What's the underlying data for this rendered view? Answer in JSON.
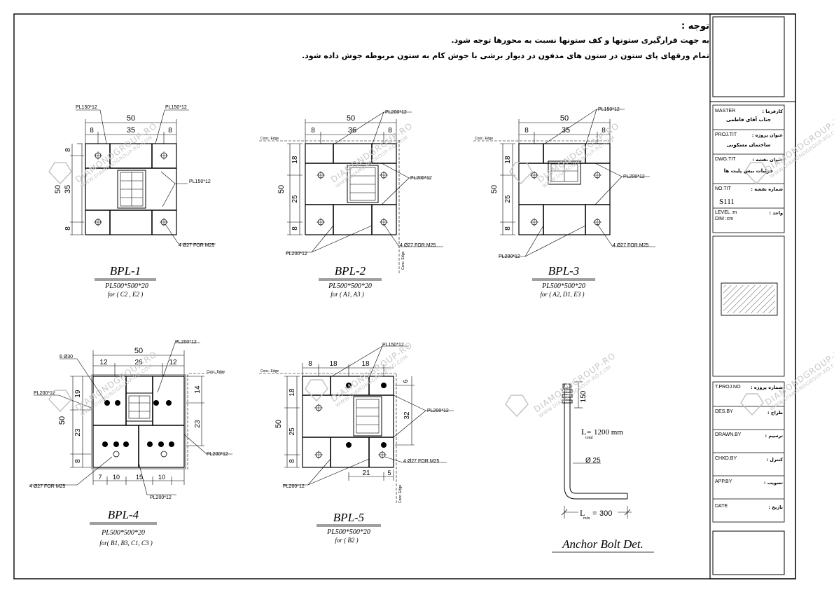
{
  "notes": {
    "title": "توجه :",
    "line1": "به جهت قرارگیری ستونها و کف ستونها نسبت به محورها توجه شود.",
    "line2": "تمام ورقهای پای ستون در ستون های مدفون در دیوار برشی با جوش کام به ستون مربوطه جوش داده شود."
  },
  "common": {
    "conc_edge": "Conc. Edge",
    "bolts": "4 Ø27 FOR M25",
    "pl150": "PL150*12",
    "pl200": "PL200*12"
  },
  "bpl1": {
    "title": "BPL-1",
    "plate": "PL500*500*20",
    "for": "for ( C2 , E2 )",
    "d50": "50",
    "d8a": "8",
    "d35": "35",
    "d8b": "8",
    "v8a": "8",
    "v35": "35",
    "v8b": "8",
    "v50": "50"
  },
  "bpl2": {
    "title": "BPL-2",
    "plate": "PL500*500*20",
    "for": "for ( A1, A3 )",
    "d50": "50",
    "d8a": "8",
    "d36": "36",
    "d8b": "8",
    "v18": "18",
    "v25": "25",
    "v8": "8",
    "v50": "50"
  },
  "bpl3": {
    "title": "BPL-3",
    "plate": "PL500*500*20",
    "for": "for ( A2, D1, E3 )",
    "d50": "50",
    "d8a": "8",
    "d35": "35",
    "d8b": "8",
    "v18": "18",
    "v25": "25",
    "v8": "8",
    "v50": "50"
  },
  "bpl4": {
    "title": "BPL-4",
    "plate": "PL500*500*20",
    "for": "for( B1, B3, C1, C3 )",
    "holes": "6 Ø30",
    "d50": "50",
    "d12a": "12",
    "d26": "26",
    "d12b": "12",
    "v19": "19",
    "v23": "23",
    "v8": "8",
    "v50": "50",
    "r14": "14",
    "r23": "23",
    "b7": "7",
    "b10a": "10",
    "b15": "15",
    "b10b": "10"
  },
  "bpl5": {
    "title": "BPL-5",
    "plate": "PL500*500*20",
    "for": "for ( B2 )",
    "d8": "8",
    "d18a": "18",
    "d18b": "18",
    "v18": "18",
    "v25": "25",
    "v8": "8",
    "v50": "50",
    "r6": "6",
    "r32": "32",
    "b21": "21",
    "b5": "5"
  },
  "anchor": {
    "title": "Anchor Bolt Det.",
    "top": "150",
    "ltotal": "1200 mm",
    "diam": "Ø 25",
    "lmin": "300",
    "lmin_lab": "L",
    "lmin_sub": "min"
  },
  "title_block": {
    "master_en": "MASTER",
    "master_fa": "کارفرما :",
    "master_val": "جناب آقای فاطمی",
    "projtit_en": "PROJ.TIT",
    "projtit_fa": "عنوان پروژه :",
    "projtit_val": "ساختمان مسکونی",
    "dwgtit_en": "DWG.TIT",
    "dwgtit_fa": "عنوان نقشه :",
    "dwgtit_val": "جزئیات بیس پلیت ها",
    "notit_en": "NO.TIT",
    "notit_fa": "شماره نقشه :",
    "notit_val": "S111",
    "level_en": "LEVEL :m",
    "dim_en": "DIM :cm",
    "unit_fa": "واحد :",
    "tproj_en": "T.PROJ.NO",
    "tproj_fa": "شماره پروژه :",
    "desby_en": "DES.BY",
    "desby_fa": "طراح :",
    "drawn_en": "DRAWN.BY",
    "drawn_fa": "ترسیم :",
    "chkd_en": "CHKD.BY",
    "chkd_fa": "کنترل :",
    "app_en": "APP.BY",
    "app_fa": "تصویب :",
    "date_en": "DATE",
    "date_fa": "تاریخ :"
  },
  "watermark": {
    "main": "DIAMONDGROUP-RO",
    "url": "WWW.DIAMONDGROUP-RO.COM"
  }
}
